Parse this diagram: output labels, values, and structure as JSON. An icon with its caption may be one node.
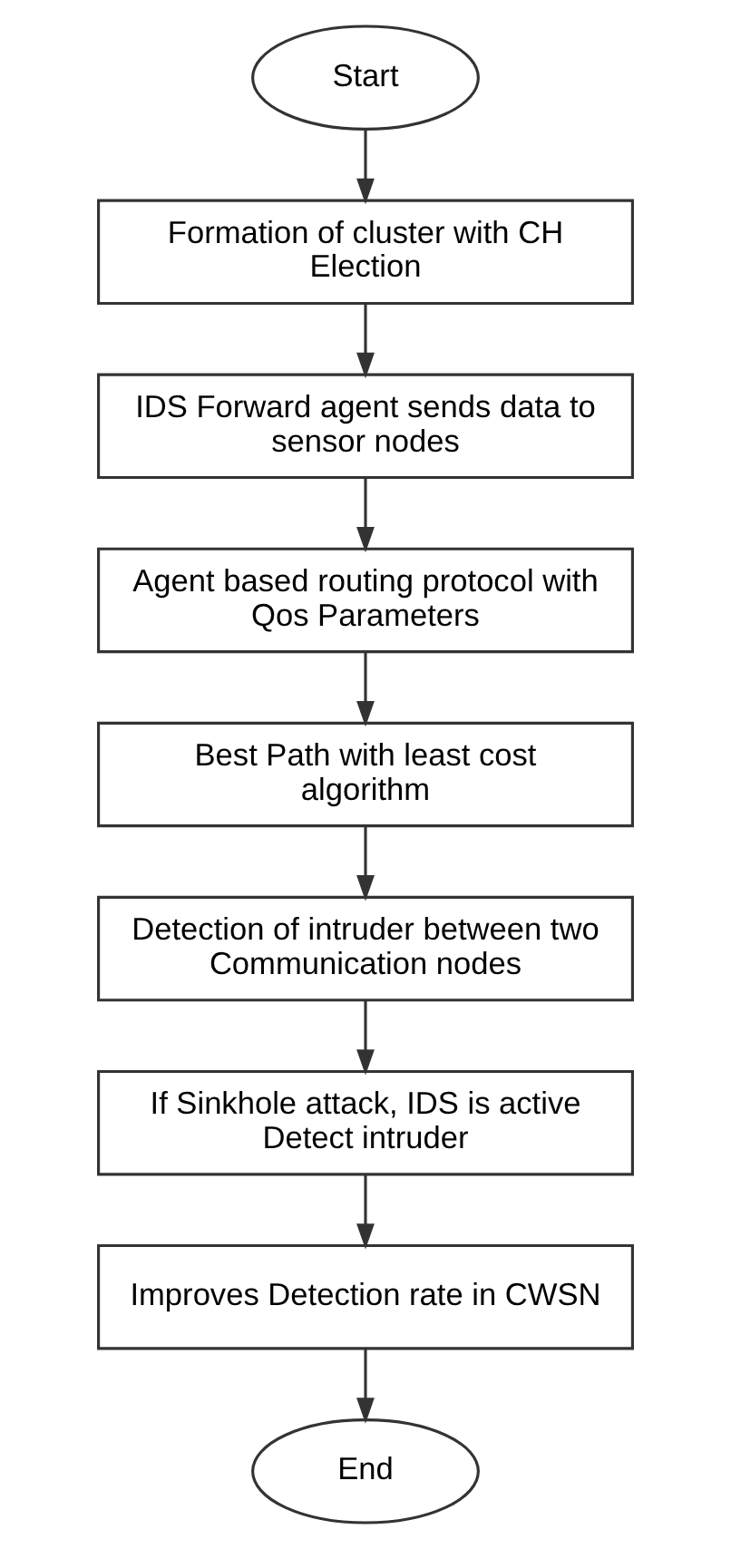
{
  "diagram": {
    "nodes": [
      {
        "text": [
          "Start"
        ]
      },
      {
        "text": [
          "Formation of cluster with CH Election"
        ]
      },
      {
        "text": [
          "IDS Forward agent sends data to sensor nodes"
        ]
      },
      {
        "text": [
          "Agent based routing protocol with Qos Parameters"
        ]
      },
      {
        "text": [
          "Best Path with least cost algorithm"
        ]
      },
      {
        "text": [
          "Detection of intruder between two Communication nodes"
        ]
      },
      {
        "text": [
          "If Sinkhole attack, IDS is active Detect intruder"
        ]
      },
      {
        "text": [
          "Improves Detection rate in CWSN"
        ]
      },
      {
        "text": [
          "End"
        ]
      }
    ],
    "edges": [
      {
        "from": 0,
        "to": 1,
        "arrow": "to"
      },
      {
        "from": 1,
        "to": 2,
        "arrow": "to"
      },
      {
        "from": 2,
        "to": 3,
        "arrow": "to"
      },
      {
        "from": 3,
        "to": 4,
        "arrow": "to"
      },
      {
        "from": 4,
        "to": 5,
        "arrow": "to"
      },
      {
        "from": 5,
        "to": 6,
        "arrow": "to"
      },
      {
        "from": 6,
        "to": 7,
        "arrow": "to"
      },
      {
        "from": 7,
        "to": 8,
        "arrow": "to"
      }
    ]
  }
}
